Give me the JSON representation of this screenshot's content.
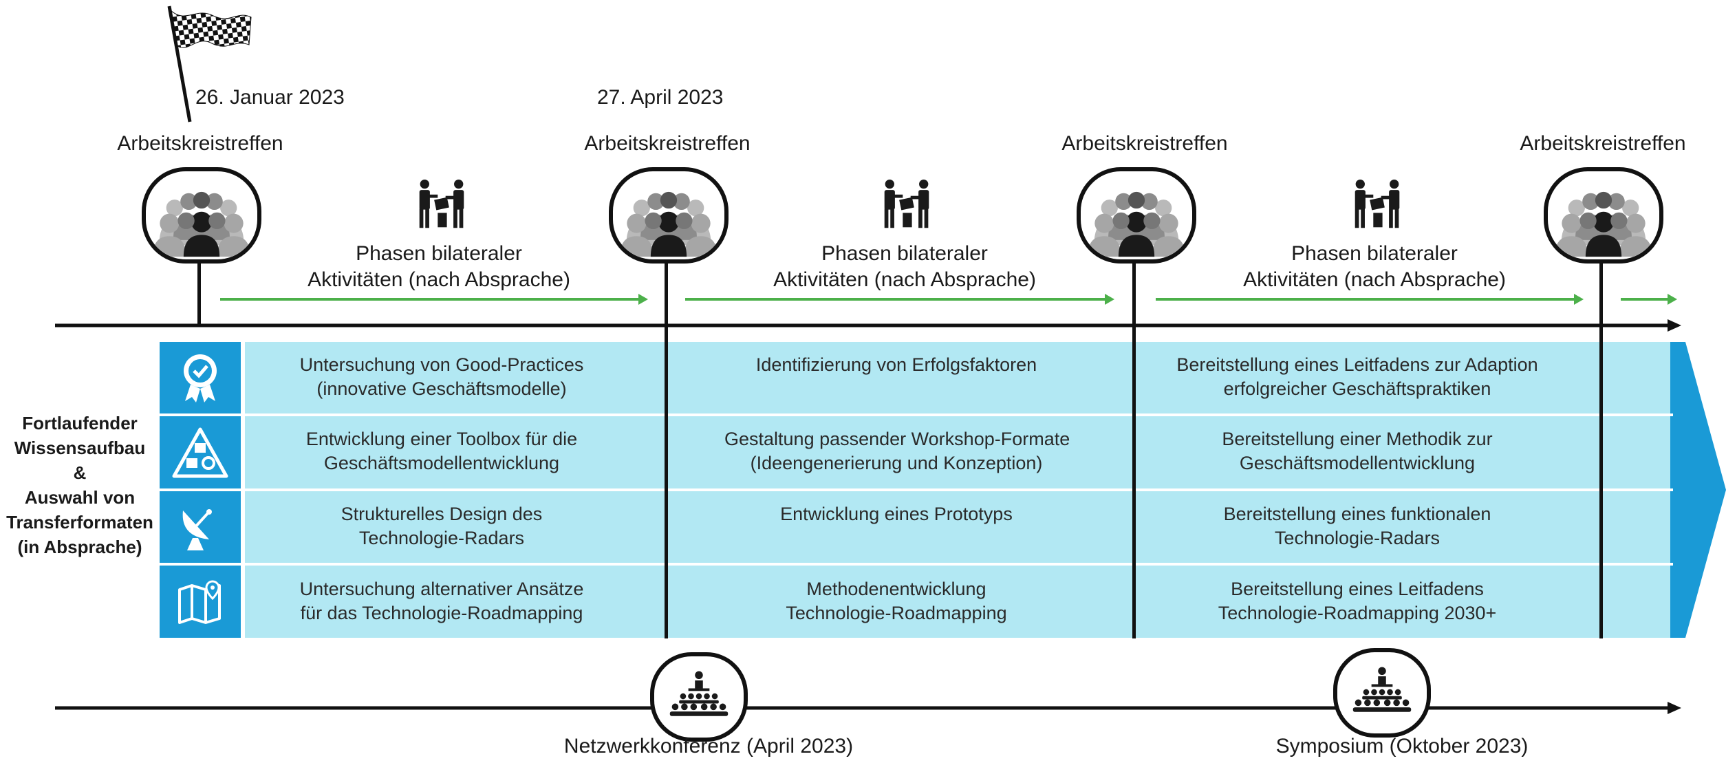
{
  "milestones": {
    "start_date": "26. Januar 2023",
    "second_date": "27. April 2023",
    "meeting_label": "Arbeitskreistreffen"
  },
  "phases": {
    "label_line1": "Phasen bilateraler",
    "label_line2": "Aktivitäten (nach Absprache)"
  },
  "side_label": {
    "line1": "Fortlaufender",
    "line2": "Wissensaufbau",
    "line3": "&",
    "line4": "Auswahl von",
    "line5": "Transferformaten",
    "line6": "(in Absprache)"
  },
  "rows": [
    {
      "icon": "award-icon",
      "cells": [
        [
          "Untersuchung von Good-Practices",
          "(innovative Geschäftsmodelle)"
        ],
        [
          "Identifizierung von Erfolgsfaktoren",
          ""
        ],
        [
          "Bereitstellung eines Leitfadens zur Adaption",
          "erfolgreicher Geschäftspraktiken"
        ]
      ]
    },
    {
      "icon": "toolbox-triangle-icon",
      "cells": [
        [
          "Entwicklung einer Toolbox für die",
          "Geschäftsmodellentwicklung"
        ],
        [
          "Gestaltung passender Workshop-Formate",
          "(Ideengenerierung und Konzeption)"
        ],
        [
          "Bereitstellung einer Methodik zur",
          "Geschäftsmodellentwicklung"
        ]
      ]
    },
    {
      "icon": "radar-dish-icon",
      "cells": [
        [
          "Strukturelles Design des",
          "Technologie-Radars"
        ],
        [
          "Entwicklung eines Prototyps",
          ""
        ],
        [
          "Bereitstellung eines funktionalen",
          "Technologie-Radars"
        ]
      ]
    },
    {
      "icon": "map-pin-icon",
      "cells": [
        [
          "Untersuchung alternativer Ansätze",
          "für das Technologie-Roadmapping"
        ],
        [
          "Methodenentwicklung",
          "Technologie-Roadmapping"
        ],
        [
          "Bereitstellung eines Leitfadens",
          "Technologie-Roadmapping 2030+"
        ]
      ]
    }
  ],
  "events": {
    "conference": "Netzwerkkonferenz (April 2023)",
    "symposium": "Symposium (Oktober 2023)"
  },
  "colors": {
    "band": "#b2e8f3",
    "icon_bg": "#1a9ad6",
    "arrow_green": "#4cb04a",
    "big_arrow": "#1a9ad6"
  }
}
